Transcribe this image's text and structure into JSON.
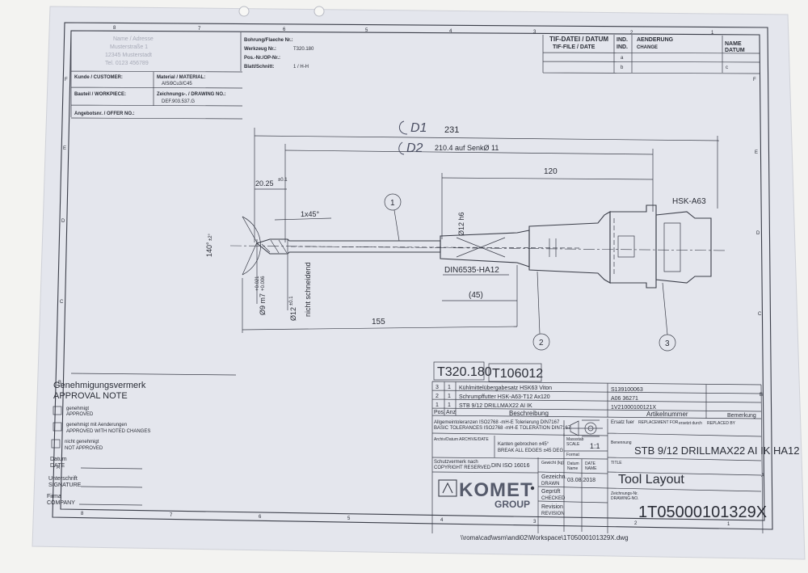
{
  "header": {
    "stamp_lines": [
      "Name / Adresse",
      "Musterstraße 1",
      "12345 Musterstadt",
      "Tel. 0123 456789"
    ],
    "bohrung_label": "Bohrung/Flaeche Nr.:",
    "werkzeug_label": "Werkzeug Nr.:",
    "werkzeug_value": "T320.180",
    "pos_label": "Pos.-Nr./OP-Nr.:",
    "blatt_label": "Blatt/Schnitt:",
    "blatt_value": "1 / H-H",
    "kunde_label": "Kunde / CUSTOMER:",
    "material_label": "Material / MATERIAL:",
    "material_value": "AlSi9Cu3/C45",
    "bauteil_label": "Bauteil / WORKPIECE:",
    "zeichnung_label": "Zeichnungs-. / DRAWING NO.:",
    "zeichnung_value": "DEF.903.537.G",
    "angebot_label": "Angebotsnr. / OFFER NO.:"
  },
  "revision_table": {
    "tif_datei": "TIF-DATEI / DATUM",
    "tif_file": "TIF-FILE / DATE",
    "ind_de": "IND.",
    "ind_en": "IND.",
    "aenderung": "AENDERUNG",
    "change": "CHANGE",
    "name": "NAME",
    "datum": "DATUM",
    "row_a": "a",
    "row_b": "b",
    "row_c": "c"
  },
  "zones": {
    "top": [
      "8",
      "7",
      "6",
      "5",
      "4",
      "3",
      "2",
      "1"
    ],
    "bottom": [
      "8",
      "7",
      "6",
      "5",
      "4",
      "3",
      "2",
      "1"
    ],
    "left": [
      "F",
      "E",
      "D",
      "C",
      "B",
      "A"
    ],
    "right": [
      "F",
      "E",
      "D",
      "C",
      "B",
      "A"
    ]
  },
  "drawing": {
    "dim_total": "231",
    "dim_total_hand": "D1",
    "dim_senk": "210.4  auf SenkØ 11",
    "dim_senk_hand": "D2",
    "dim_120": "120",
    "dim_2025": "20.25",
    "tol_2025": "±0.1",
    "dim_chamfer": "1x45°",
    "dim_angle": "140°",
    "tol_angle": "±2°",
    "dim_d9": "Ø9 m7",
    "tol_d9_up": "+0.021",
    "tol_d9_low": "+0.006",
    "dim_d12": "Ø12",
    "tol_d12": "±0.1",
    "note_schneide": "nicht schneidend",
    "dim_d12h6": "Ø12 h6",
    "din_label": "DIN6535-HA12",
    "dim_45": "(45)",
    "dim_155": "155",
    "hsk_label": "HSK-A63",
    "balloon_1": "1",
    "balloon_2": "2",
    "balloon_3": "3"
  },
  "approval": {
    "title_de": "Genehmigungsvermerk",
    "title_en": "APPROVAL NOTE",
    "options": [
      {
        "de": "genehmigt",
        "en": "APPROVED"
      },
      {
        "de": "genehmigt mit Aenderungen",
        "en": "APPROVED WITH NOTED CHANGES"
      },
      {
        "de": "nicht genehmigt",
        "en": "NOT APPROVED"
      }
    ],
    "datum_de": "Datum",
    "datum_en": "DATE",
    "unterschrift_de": "Unterschrift",
    "unterschrift_en": "SIGNATURE",
    "firma_de": "Firma",
    "firma_en": "COMPANY"
  },
  "title_block": {
    "tool_no_1": "T320.180",
    "tool_no_2": "T106012",
    "bom": [
      {
        "pos": "3",
        "qty": "1",
        "desc": "Kühlmittelübergabesatz HSK63 Viton",
        "art": "S139100063"
      },
      {
        "pos": "2",
        "qty": "1",
        "desc": "Schrumpffutter HSK-A63-T12 Ax120",
        "art": "A06 36271"
      },
      {
        "pos": "1",
        "qty": "1",
        "desc": "STB 9/12 DRILLMAX22 AI IK",
        "art": "1V21000100121X"
      }
    ],
    "col_pos": "Pos.",
    "col_anz": "Anz",
    "col_desc": "Beschreibung",
    "col_art": "Artikelnummer",
    "col_bem": "Bemerkung",
    "tol_line1": "Allgemeintoleranzen ISO2768 -mH-E  Tolerierung DIN7167",
    "tol_line2": "BASIC TOLERANCES ISO2768 -mH-E  TOLERATION DIN7167",
    "ersatz_fuer": "Ersatz fuer",
    "replacement_for": "REPLACEMENT FOR",
    "ersetzt_durch": "ersetzt durch",
    "replaced_by": "REPLACED BY",
    "archiv": "Archiv/Datum  ARCHIVE/DATE",
    "kanten_de": "Kanten gebrochen  ±45°",
    "kanten_en": "BREAK ALL EDGES  ±45 DEG",
    "massstab_de": "Massstab",
    "massstab_en": "SCALE",
    "scale_value": "1:1",
    "format_label": "Format",
    "schutz_de": "Schutzvermerk nach",
    "schutz_en": "COPYRIGHT RESERVED",
    "schutz_norm": "DIN ISO 16016",
    "gewicht": "Gewicht (kg)",
    "datum_de": "Datum",
    "datum_en": "DATE",
    "name_de": "Name",
    "name_en": "NAME",
    "gezeichn_de": "Gezeichn.",
    "gezeichn_en": "DRAWN",
    "drawn_date": "03.08.2018",
    "geprueft_de": "Geprüft",
    "geprueft_en": "CHECKED",
    "revision_de": "Revision",
    "revision_en": "REVISION",
    "benennung_label": "Benennung",
    "benennung_value": "STB 9/12 DRILLMAX22 AI IK HA12",
    "titel_label": "TITLE",
    "tool_layout": "Tool Layout",
    "zeichnungs_nr_de": "Zeichnungs-Nr.",
    "zeichnungs_nr_en": "DRAWING-NO.",
    "drawing_no": "1T05000101329X",
    "logo_text": "KOMET",
    "logo_sub": "GROUP"
  },
  "footer_path": "\\\\roma\\cad\\wsm\\andi02\\Workspace\\1T05000101329X.dwg"
}
